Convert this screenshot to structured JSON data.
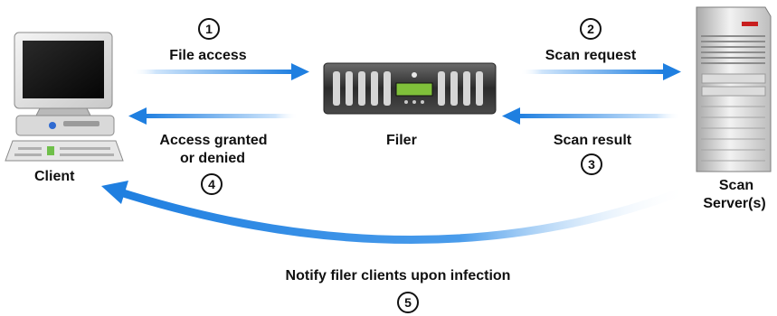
{
  "nodes": {
    "client": "Client",
    "filer": "Filer",
    "server_line1": "Scan",
    "server_line2": "Server(s)"
  },
  "steps": {
    "step1": {
      "number": "1",
      "label": "File access"
    },
    "step2": {
      "number": "2",
      "label": "Scan request"
    },
    "step3": {
      "number": "3",
      "label": "Scan result"
    },
    "step4": {
      "number": "4",
      "label_line1": "Access granted",
      "label_line2": "or denied"
    },
    "step5": {
      "number": "5",
      "label": "Notify filer clients upon infection"
    }
  },
  "colors": {
    "arrow": "#1f7fe0",
    "arrow_light": "#dcecfb",
    "text": "#111111",
    "server_accent": "#c81e1e",
    "filer_display": "#7fbf3a"
  },
  "icons": {
    "client": "computer-icon",
    "filer": "filer-appliance-icon",
    "server": "tower-server-icon"
  }
}
